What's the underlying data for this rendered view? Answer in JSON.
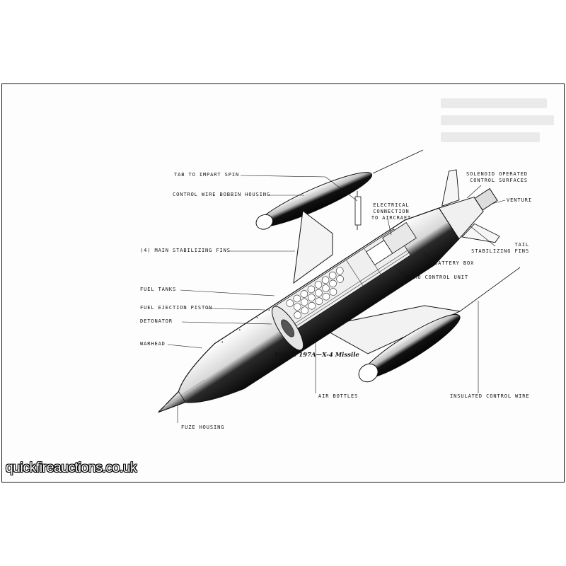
{
  "labels": {
    "tab_to_impart_spin": "TAB TO IMPART SPIN",
    "control_wire_bobbin_housing": "CONTROL WIRE BOBBIN HOUSING",
    "main_stabilizing_fins": "(4) MAIN STABILIZING FINS",
    "fuel_tanks": "FUEL TANKS",
    "fuel_ejection_piston": "FUEL EJECTION PISTON",
    "detonator": "DETONATOR",
    "warhead": "WARHEAD",
    "fuze_housing": "FUZE HOUSING",
    "air_bottles": "AIR BOTTLES",
    "electrical_connection_line1": "ELECTRICAL",
    "electrical_connection_line2": "CONNECTION",
    "electrical_connection_line3": "TO AIRCRAFT",
    "solenoid_line1": "SOLENOID OPERATED",
    "solenoid_line2": "CONTROL SURFACES",
    "venturi": "VENTURI",
    "tail_line1": "TAIL",
    "tail_line2": "STABILIZING FINS",
    "battery_box": "BATTERY BOX",
    "gyro_control_unit": "GYRO CONTROL UNIT",
    "insulated_control_wire": "INSULATED CONTROL WIRE"
  },
  "caption": "Figure 197A—X-4 Missile",
  "watermark": "quickfireauctions.co.uk"
}
